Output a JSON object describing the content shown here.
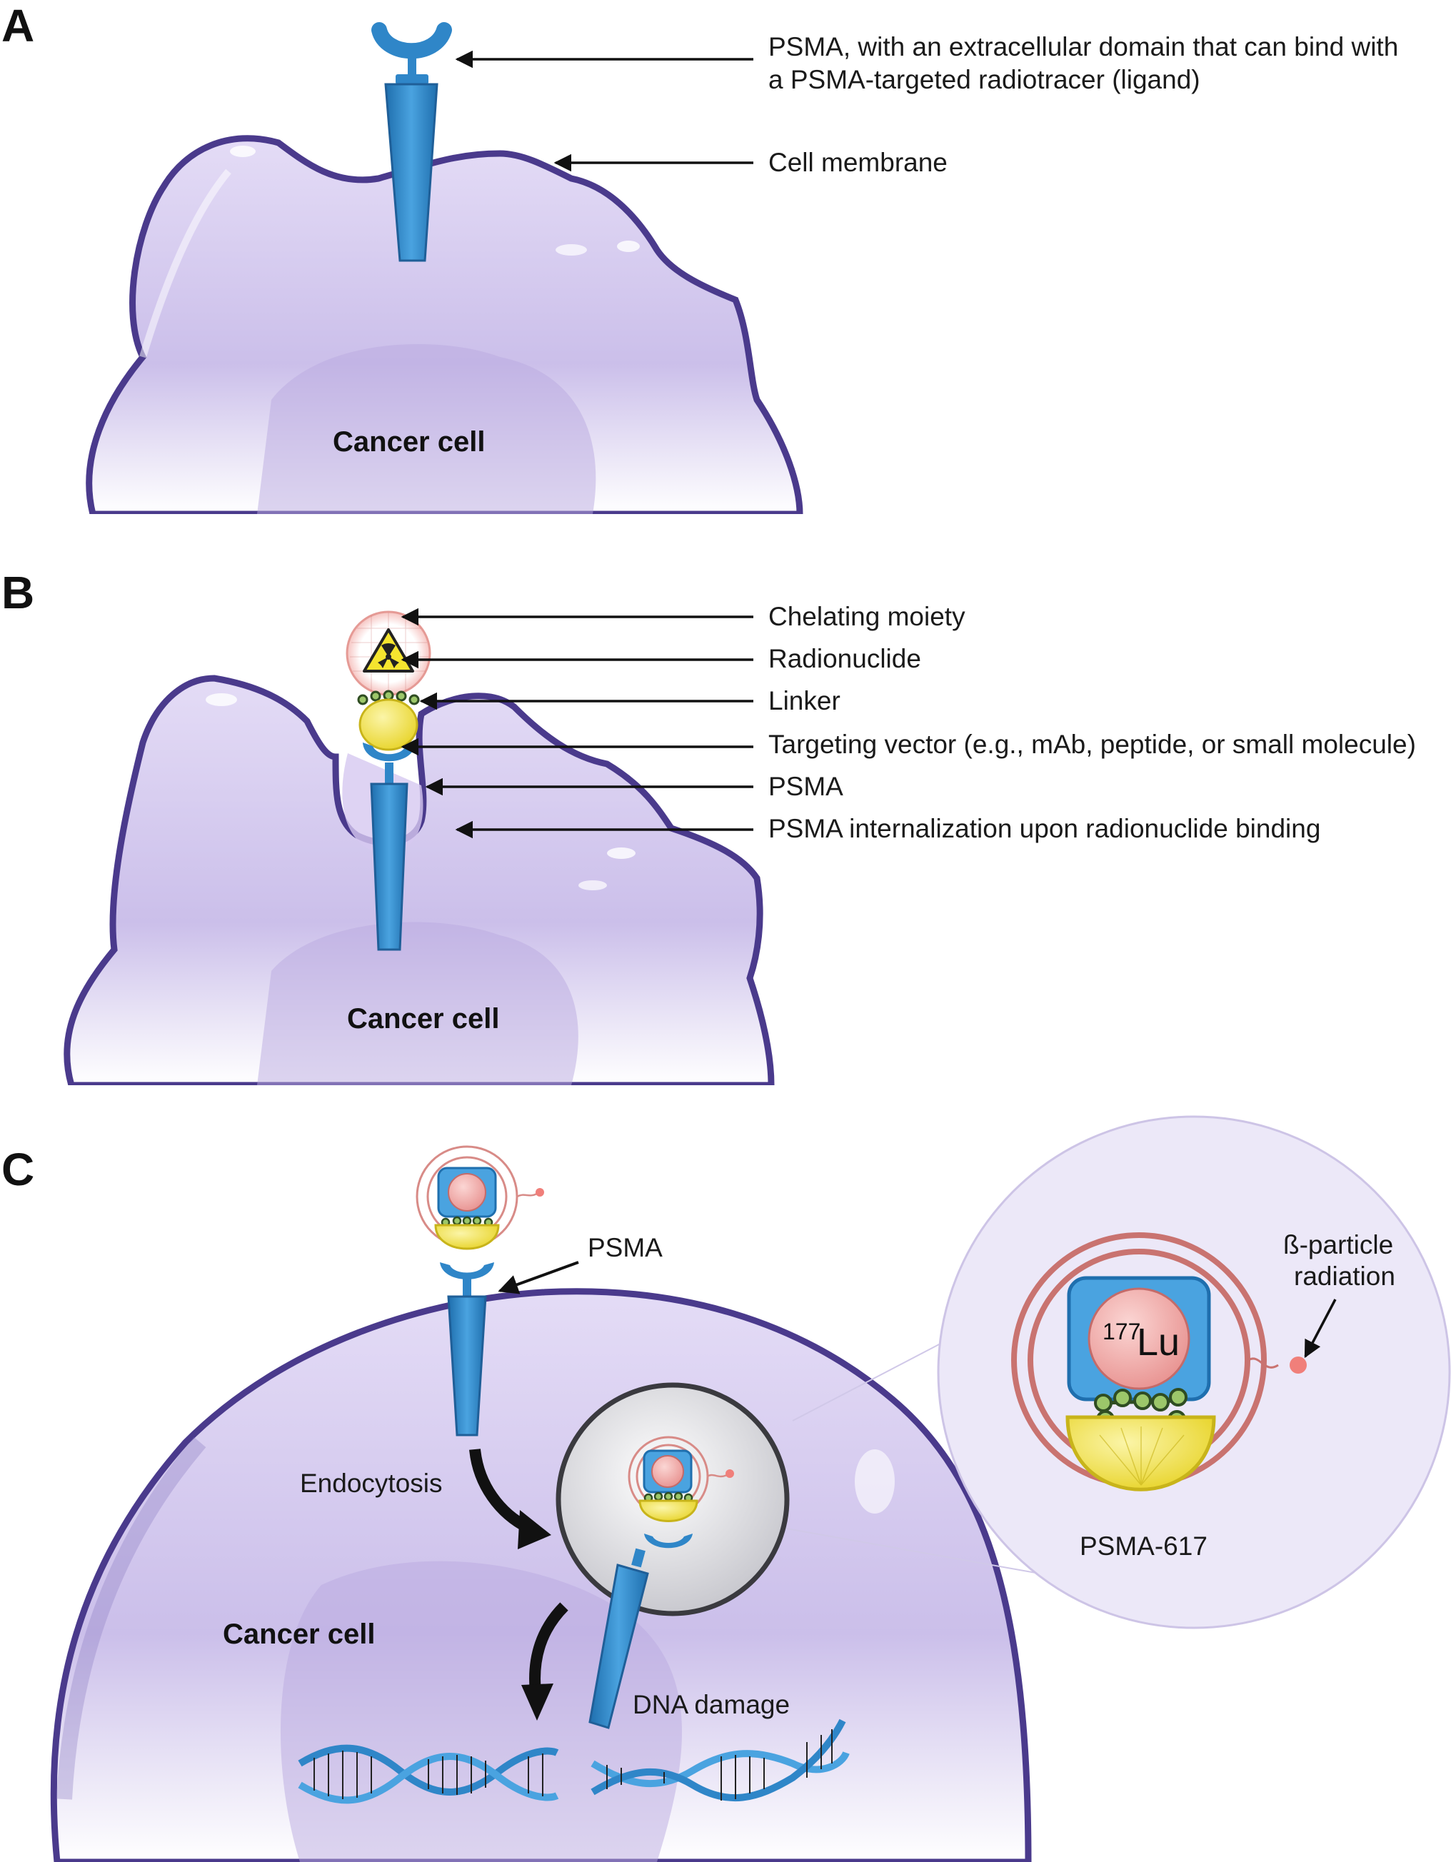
{
  "panels": [
    {
      "letter": "A"
    },
    {
      "letter": "B"
    },
    {
      "letter": "C"
    }
  ],
  "panel_a": {
    "labels": [
      "PSMA, with an extracellular domain that can bind with",
      "a PSMA-targeted radiotracer (ligand)",
      "Cell membrane"
    ],
    "cell_label": "Cancer cell"
  },
  "panel_b": {
    "labels": [
      "Chelating moiety",
      "Radionuclide",
      "Linker",
      "Targeting vector (e.g., mAb, peptide, or small molecule)",
      "PSMA",
      "PSMA internalization upon radionuclide binding"
    ],
    "cell_label": "Cancer cell"
  },
  "panel_c": {
    "psma_label": "PSMA",
    "endocytosis_label": "Endocytosis",
    "cell_label": "Cancer cell",
    "dna_label": "DNA damage",
    "isotope_mass": "177",
    "isotope_symbol": "Lu",
    "beta_label_line1": "ß-particle",
    "beta_label_line2": "radiation",
    "compound_label": "PSMA-617"
  },
  "colors": {
    "cell_fill": "#cfc5ec",
    "cell_outline": "#4a3a8c",
    "psma_blue": "#2f86c8",
    "ligand_yellow": "#f2e34a",
    "linker_green": "#9cc76a",
    "lu_pink": "#f2a3a3",
    "halo_red": "#c97370"
  }
}
